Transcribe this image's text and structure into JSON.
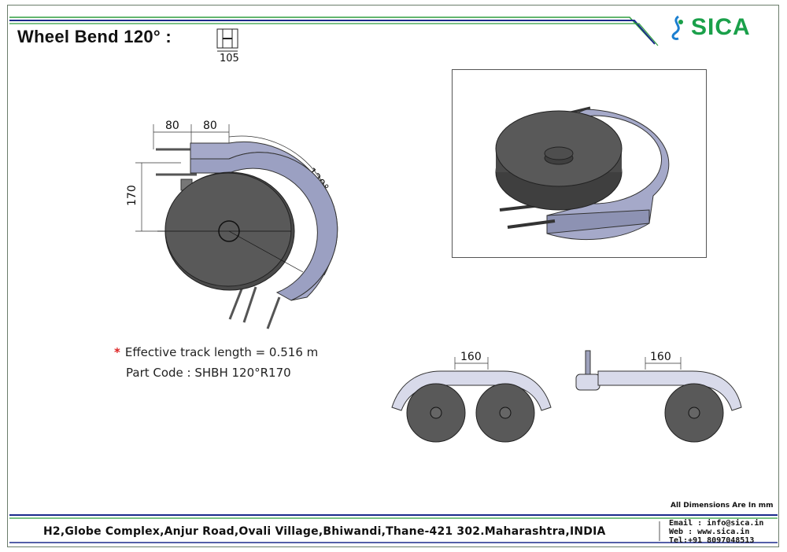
{
  "header": {
    "title": "Wheel Bend 120° :",
    "profile_width": "105",
    "logo_text": "SICA",
    "logo_color": "#1aa04a"
  },
  "drawing": {
    "dim_top_left": "80",
    "dim_top_right": "80",
    "dim_side": "170",
    "dim_angle": "120°",
    "dim_front_view": "160",
    "dim_side_view": "160"
  },
  "notes": {
    "track_length": "Effective track length = 0.516 m",
    "part_code": "Part Code : SHBH 120°R170",
    "asterisk": "*"
  },
  "footer": {
    "dimensions_note": "All Dimensions Are In mm",
    "address": "H2,Globe Complex,Anjur Road,Ovali Village,Bhiwandi,Thane-421 302.Maharashtra,INDIA",
    "email": "Email : info@sica.in",
    "web": "Web   : www.sica.in",
    "tel": "Tel:+91 8097048513"
  },
  "colors": {
    "header_line_blue": "#1b2a8c",
    "header_line_green": "#2e9d3e",
    "wheel_fill": "#595959",
    "track_fill": "#a5a9c9"
  }
}
